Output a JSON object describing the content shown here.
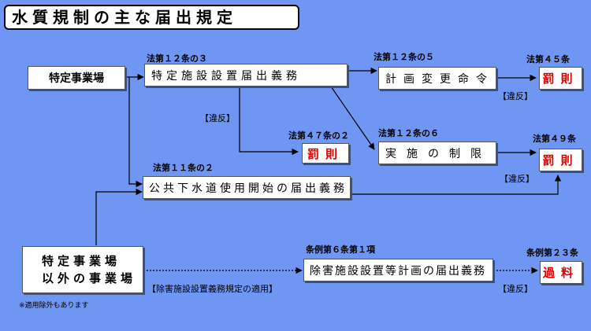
{
  "title": "水質規制の主な届出規定",
  "nodes": {
    "tokutei": "特定事業場",
    "tokutei_other_line1": "特定事業場",
    "tokutei_other_line2": "以外の事業場",
    "shisetsu_setchi": "特定施設設置届出義務",
    "keikaku_henko": "計画変更命令",
    "jisshi_seigen": "実施の制限",
    "gesuido": "公共下水道使用開始の届出義務",
    "jogai_keikaku": "除害施設設置等計画の届出義務",
    "penalty_45": "罰則",
    "penalty_47": "罰則",
    "penalty_49": "罰則",
    "karyo": "過料"
  },
  "labels": {
    "art12_3": "法第１２条の３",
    "art12_5": "法第１２条の５",
    "art12_6": "法第１２条の６",
    "art11_2": "法第１１条の２",
    "art45": "法第４５条",
    "art47_2": "法第４７条の２",
    "art49": "法第４９条",
    "ord6_1": "条例第６条第１項",
    "ord23": "条例第２３条"
  },
  "violations": {
    "v1": "【違反】",
    "v2": "【違反】",
    "v3": "【違反】",
    "v4": "【違反】"
  },
  "jogai_note": "【除害施設設置義務規定の適用】",
  "footnote": "※適用除外もあります"
}
